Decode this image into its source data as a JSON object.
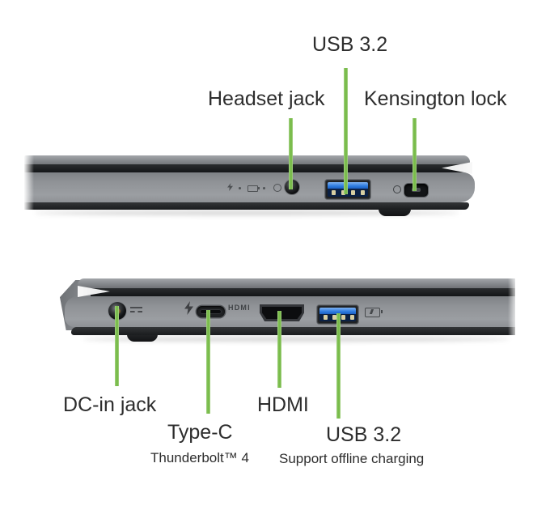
{
  "colors": {
    "accent_green": "#7cbf4e",
    "usb_blue": "#2e7ce0",
    "chassis_gray": "#8f9296",
    "label_text": "#2d2d2d"
  },
  "top_view": {
    "labels": {
      "usb": "USB 3.2",
      "headset": "Headset jack",
      "kensington": "Kensington lock"
    }
  },
  "bottom_view": {
    "labels": {
      "dc_in": "DC-in jack",
      "type_c": "Type-C",
      "type_c_sub": "Thunderbolt™ 4",
      "hdmi": "HDMI",
      "usb": "USB 3.2",
      "usb_sub": "Support offline charging"
    },
    "chassis_text": {
      "hdmi_embossed": "HDMI"
    }
  },
  "icons": {
    "power-led-icon": "ϟ",
    "battery-led-icon": "▭",
    "headset-icon": "○",
    "kensington-lock-icon": "○",
    "dc-symbol-icon": "⎓",
    "thunderbolt-bolt-icon": "ϟ",
    "battery-charging-icon": "▭+"
  }
}
